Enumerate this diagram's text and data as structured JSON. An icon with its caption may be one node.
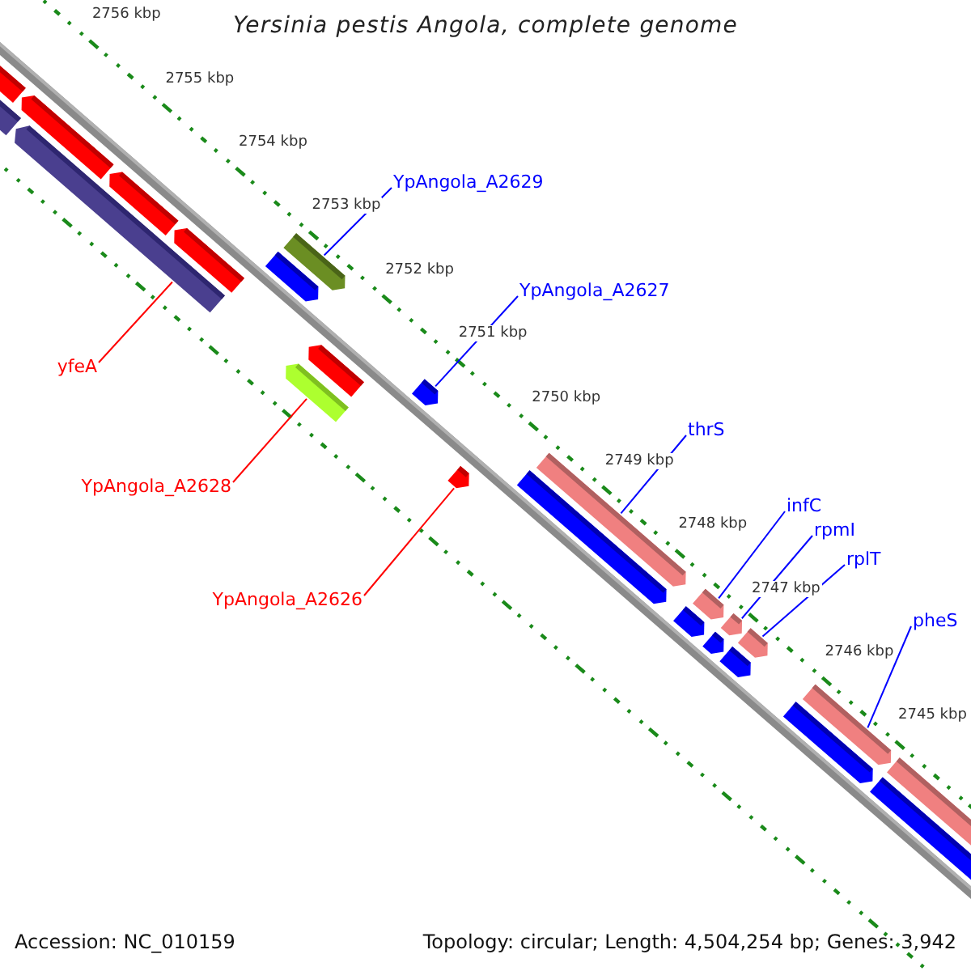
{
  "diagram": {
    "title": "Yersinia pestis Angola, complete genome",
    "nodes": [
      {
        "text": [
          "YpAngola_A2629"
        ]
      },
      {
        "text": [
          "YpAngola_A2627"
        ]
      },
      {
        "text": [
          "thrS"
        ]
      },
      {
        "text": [
          "infC"
        ]
      },
      {
        "text": [
          "rpmI"
        ]
      },
      {
        "text": [
          "rplT"
        ]
      },
      {
        "text": [
          "pheS"
        ]
      },
      {
        "text": [
          "yfeA"
        ]
      },
      {
        "text": [
          "YpAngola_A2628"
        ]
      },
      {
        "text": [
          "YpAngola_A2626"
        ]
      },
      {
        "text": [],
        "shape": "bar"
      },
      {
        "text": [],
        "shape": "bar"
      },
      {
        "text": [],
        "shape": "bar"
      },
      {
        "text": [],
        "shape": "bar"
      },
      {
        "text": [],
        "shape": "bar"
      },
      {
        "text": [],
        "shape": "bar"
      },
      {
        "text": [],
        "shape": "bar"
      },
      {
        "text": [],
        "shape": "bar"
      },
      {
        "text": [],
        "shape": "bar"
      },
      {
        "text": [],
        "shape": "bar"
      }
    ],
    "edges": [
      {
        "from": 0,
        "to": 11,
        "arrow": "none"
      },
      {
        "from": 1,
        "to": 13,
        "arrow": "none"
      },
      {
        "from": 2,
        "to": 15,
        "arrow": "none"
      },
      {
        "from": 3,
        "to": 16,
        "arrow": "none"
      },
      {
        "from": 4,
        "to": 17,
        "arrow": "none"
      },
      {
        "from": 5,
        "to": 18,
        "arrow": "none"
      },
      {
        "from": 6,
        "to": 19,
        "arrow": "none"
      },
      {
        "from": 7,
        "to": 10,
        "arrow": "none",
        "color": "#ff0000"
      },
      {
        "from": 8,
        "to": 12,
        "arrow": "none",
        "color": "#ff0000"
      },
      {
        "from": 9,
        "to": 14,
        "arrow": "none",
        "color": "#ff0000"
      }
    ],
    "labels": [
      "2756 kbp",
      "2755 kbp",
      "2754 kbp",
      "2753 kbp",
      "2752 kbp",
      "2751 kbp",
      "2750 kbp",
      "2749 kbp",
      "2748 kbp",
      "2747 kbp",
      "2746 kbp",
      "2745 kbp",
      "Accession: NC_010159",
      "Topology: circular; Length: 4,504,254 bp; Genes: 3,942"
    ]
  }
}
